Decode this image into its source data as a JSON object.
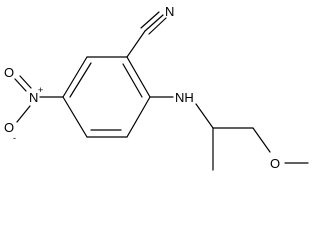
{
  "molecule": {
    "atoms": {
      "nitrile_n": "N",
      "nitro_n": "N",
      "nitro_n_charge": "+",
      "nitro_o_top": "O",
      "nitro_o_bottom": "O",
      "nitro_o_bottom_charge": "-",
      "amine": "NH",
      "ether_o": "O"
    }
  }
}
